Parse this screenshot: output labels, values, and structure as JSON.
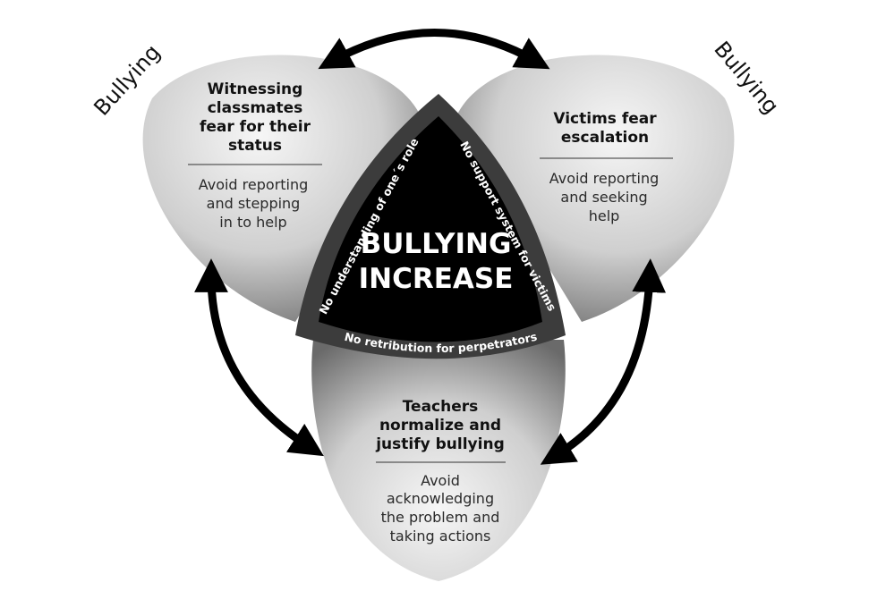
{
  "side_labels": {
    "left": "Bullying",
    "right": "Bullying"
  },
  "center": {
    "line1": "BULLYING",
    "line2": "INCREASE"
  },
  "ring": {
    "left": "No understanding of one´s role",
    "right": "No support system for victims",
    "bottom": "No retribution for perpetrators"
  },
  "petals": {
    "left": {
      "heading": [
        "Witnessing",
        "classmates",
        "fear for their",
        "status"
      ],
      "body": [
        "Avoid reporting",
        "and stepping",
        "in to help"
      ]
    },
    "right": {
      "heading": [
        "Victims fear",
        "escalation"
      ],
      "body": [
        "Avoid reporting",
        "and seeking",
        "help"
      ]
    },
    "bottom": {
      "heading": [
        "Teachers",
        "normalize and",
        "justify bullying"
      ],
      "body": [
        "Avoid",
        "acknowledging",
        "the problem and",
        "taking actions"
      ]
    }
  },
  "colors": {
    "petal_light": "#f4f4f4",
    "petal_dark": "#6a6a6a",
    "core": "#000000",
    "ring": "#3c3c3c",
    "arrow": "#000000"
  }
}
